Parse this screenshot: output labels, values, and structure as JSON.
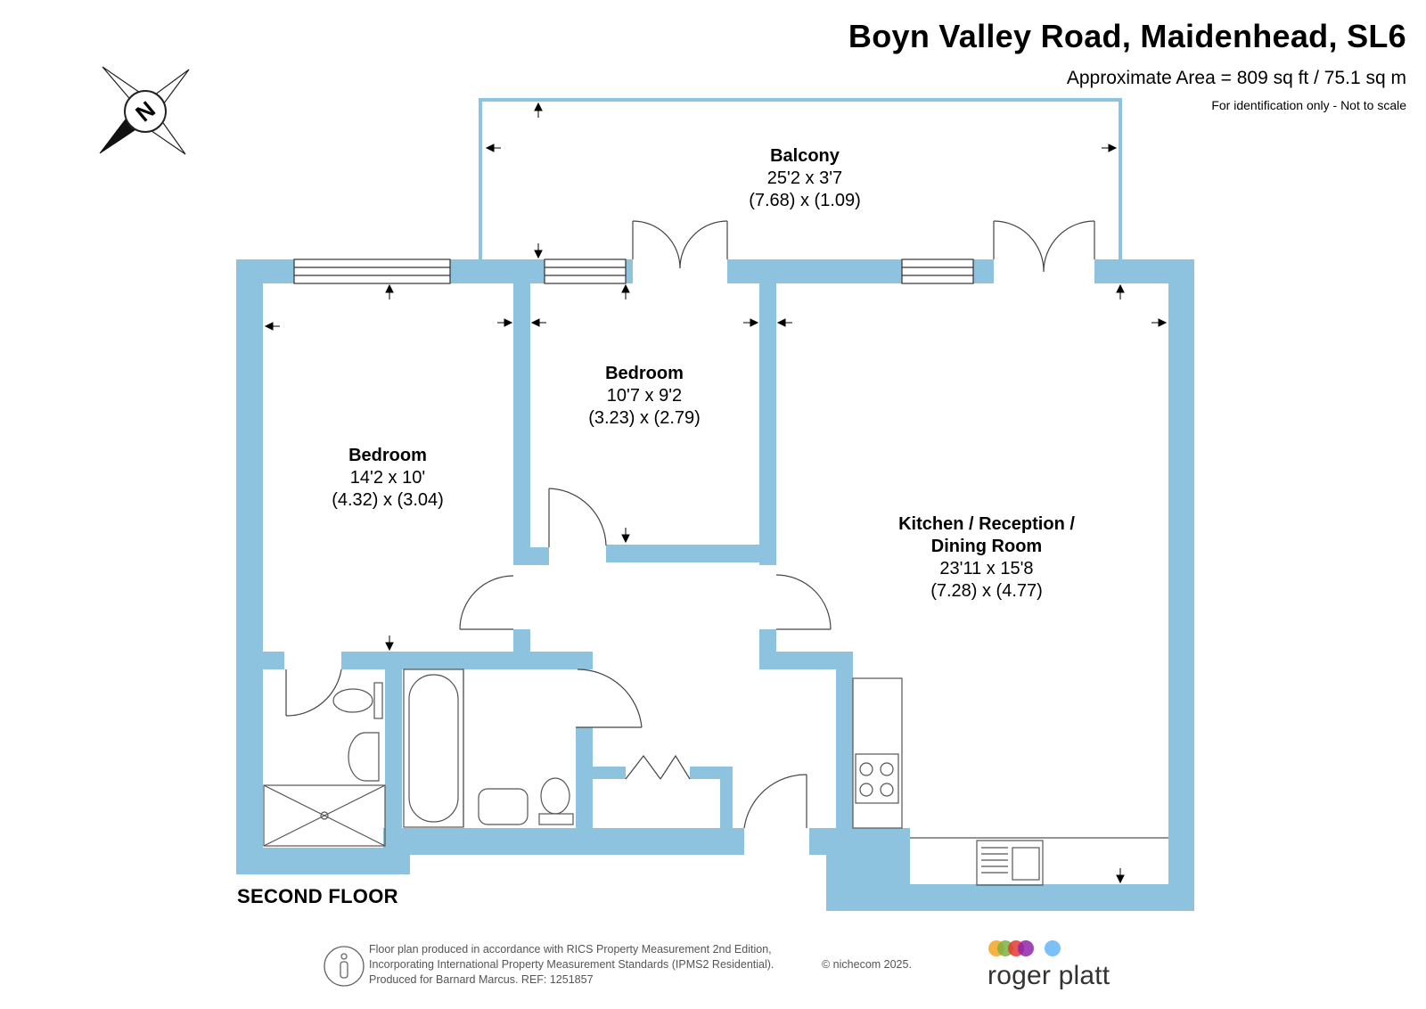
{
  "header": {
    "title": "Boyn Valley Road, Maidenhead, SL6",
    "area": "Approximate Area = 809 sq ft / 75.1 sq m",
    "disclaimer": "For identification only - Not to scale"
  },
  "compass": {
    "letter": "N"
  },
  "rooms": {
    "balcony": {
      "name": "Balcony",
      "imperial": "25'2 x 3'7",
      "metric": "(7.68) x (1.09)"
    },
    "bedroom2": {
      "name": "Bedroom",
      "imperial": "10'7 x 9'2",
      "metric": "(3.23) x (2.79)"
    },
    "bedroom1": {
      "name": "Bedroom",
      "imperial": "14'2 x 10'",
      "metric": "(4.32) x (3.04)"
    },
    "kitchen": {
      "name_line1": "Kitchen / Reception /",
      "name_line2": "Dining Room",
      "imperial": "23'11 x 15'8",
      "metric": "(7.28) x (4.77)"
    }
  },
  "floor_label": "SECOND FLOOR",
  "footer": {
    "line1": "Floor plan produced in accordance with RICS Property Measurement 2nd Edition,",
    "line2": "Incorporating International Property Measurement Standards (IPMS2 Residential).",
    "line3": "Produced for Barnard Marcus.   REF:  1251857",
    "copyright": "© nichecom 2025."
  },
  "branding": {
    "name": "roger platt",
    "dot_colors": [
      "#f5a623",
      "#7cb342",
      "#e53935",
      "#8e24aa",
      "#64b5f6"
    ]
  },
  "colors": {
    "wall": "#8dc3df",
    "fixture_stroke": "#555555"
  }
}
